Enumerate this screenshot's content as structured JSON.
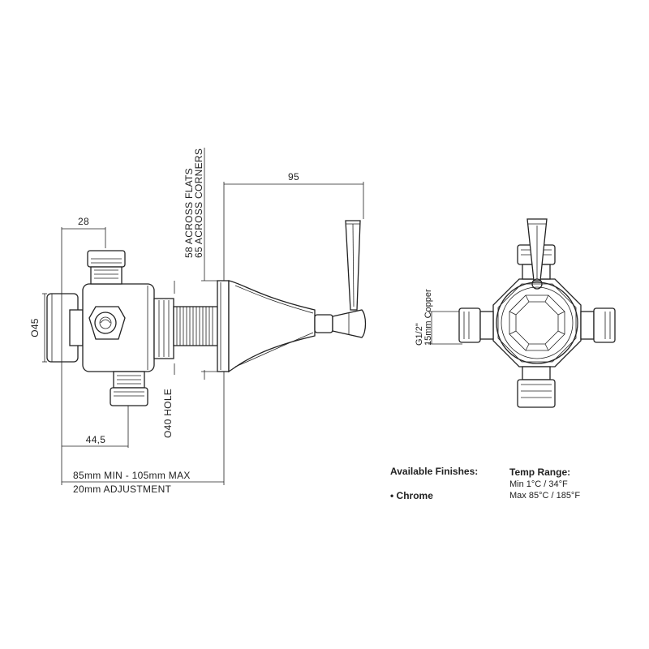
{
  "dimensions": {
    "overall_length": "95",
    "flats_label": "58 ACROSS FLATS",
    "corners_label": "65 ACROSS CORNERS",
    "top_offset": "28",
    "body_diameter": "O45",
    "lower_offset": "44,5",
    "hole_label": "O40 HOLE",
    "wall_range": "85mm MIN - 105mm MAX",
    "adjustment": "20mm ADJUSTMENT",
    "connection_size": "G1/2\"",
    "pipe_size": "15mm Copper"
  },
  "finishes": {
    "title": "Available Finishes:",
    "item": "• Chrome"
  },
  "temperature": {
    "title": "Temp Range:",
    "min": "Min 1°C / 34°F",
    "max": "Max 85°C / 185°F"
  },
  "colors": {
    "line": "#222222",
    "background": "#ffffff"
  }
}
